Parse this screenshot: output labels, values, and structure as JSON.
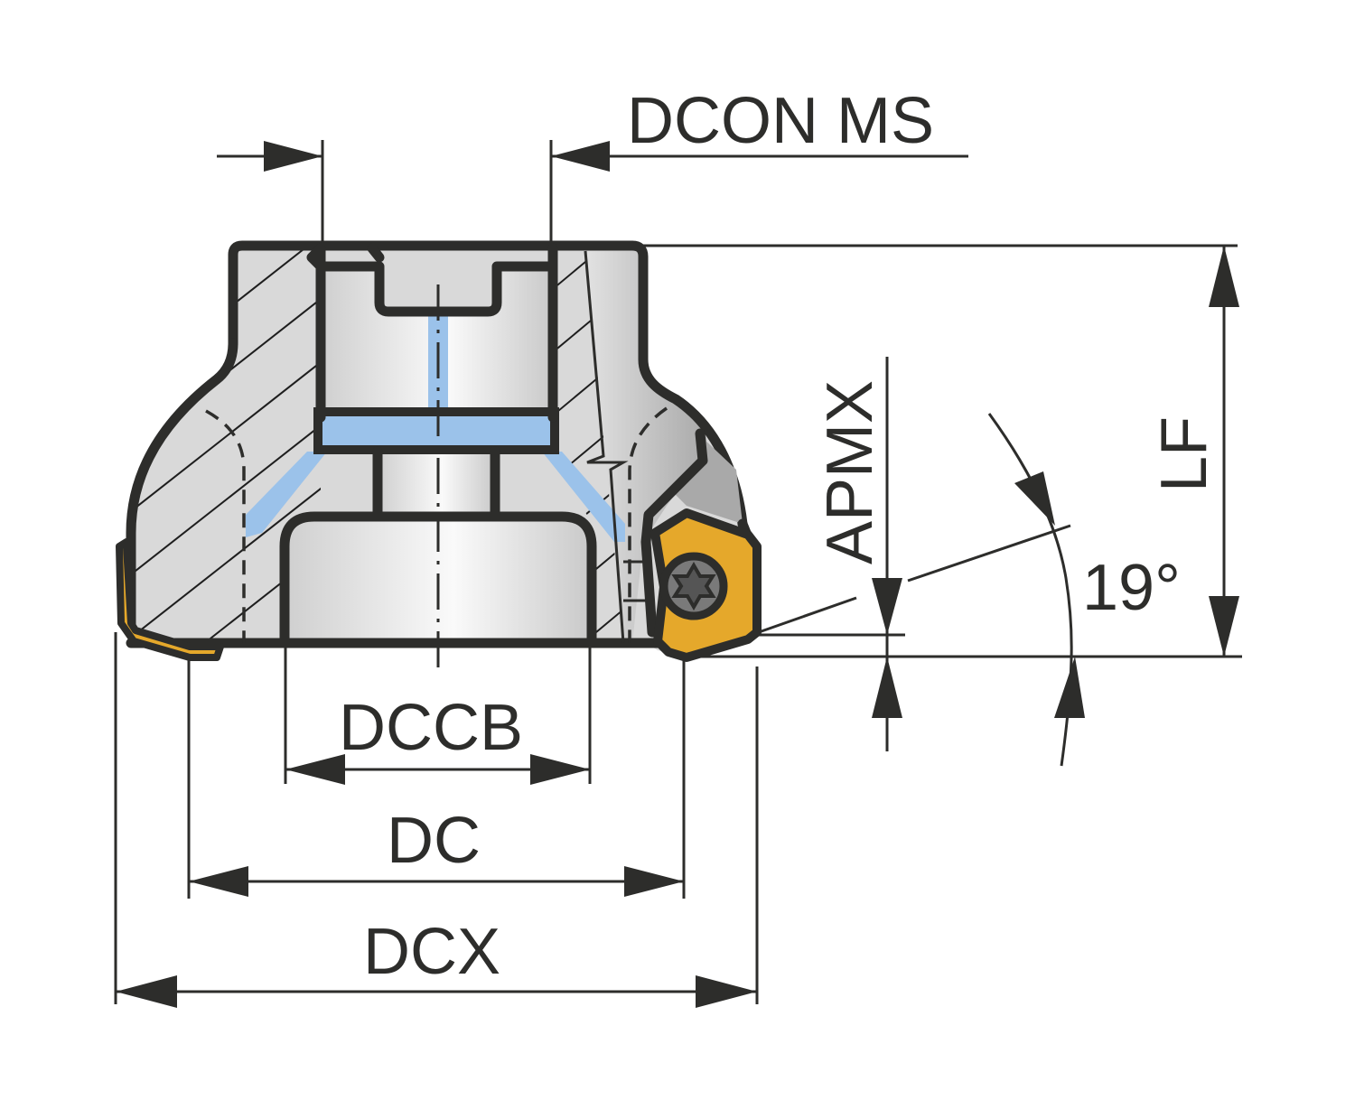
{
  "drawing": {
    "title": "Face milling cutter dimension drawing",
    "colors": {
      "outline": "#2d2d2b",
      "body_fill": "#d9d9d9",
      "bore_fill": "#eeeeee",
      "coolant_blue": "#9bc2ea",
      "insert_gold": "#e5a82b",
      "screw_gray": "#7a7a7a"
    }
  },
  "dimensions": {
    "dcon_ms": "DCON MS",
    "lf": "LF",
    "apmx": "APMX",
    "angle": "19°",
    "dccb": "DCCB",
    "dc": "DC",
    "dcx": "DCX"
  }
}
